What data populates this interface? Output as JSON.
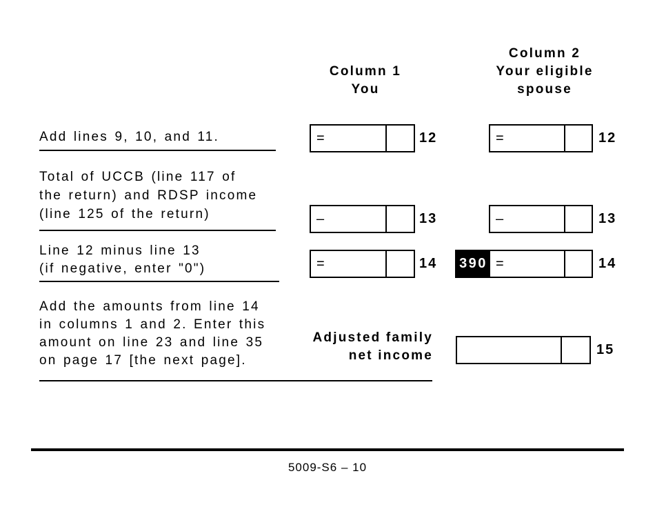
{
  "colors": {
    "ink": "#000000",
    "paper": "#ffffff",
    "badge_bg": "#000000",
    "badge_text": "#ffffff"
  },
  "column_headers": {
    "col1": {
      "line1": "Column 1",
      "line2": "You"
    },
    "col2": {
      "line1": "Column 2",
      "line2": "Your eligible",
      "line3": "spouse"
    }
  },
  "rows": [
    {
      "label": [
        "Add lines 9, 10, and 11."
      ],
      "operator": "=",
      "line_number": "12",
      "col1_value": "",
      "col2_value": ""
    },
    {
      "label": [
        "Total of UCCB (line 117 of",
        "the return) and RDSP income",
        "(line 125 of the return)"
      ],
      "operator": "–",
      "line_number": "13",
      "col1_value": "",
      "col2_value": ""
    },
    {
      "label": [
        "Line 12 minus line 13",
        "(if negative, enter \"0\")"
      ],
      "operator": "=",
      "line_number": "14",
      "col2_badge": "390",
      "col1_value": "",
      "col2_value": ""
    },
    {
      "label": [
        "Add the amounts from line 14",
        "in columns 1 and 2. Enter this",
        "amount on line 23 and line 35",
        "on page 17 [the next page]."
      ],
      "result_label_line1": "Adjusted family",
      "result_label_line2": "net income",
      "line_number": "15",
      "total_value": ""
    }
  ],
  "footer": {
    "doc_code": "5009-S6 – 10"
  }
}
